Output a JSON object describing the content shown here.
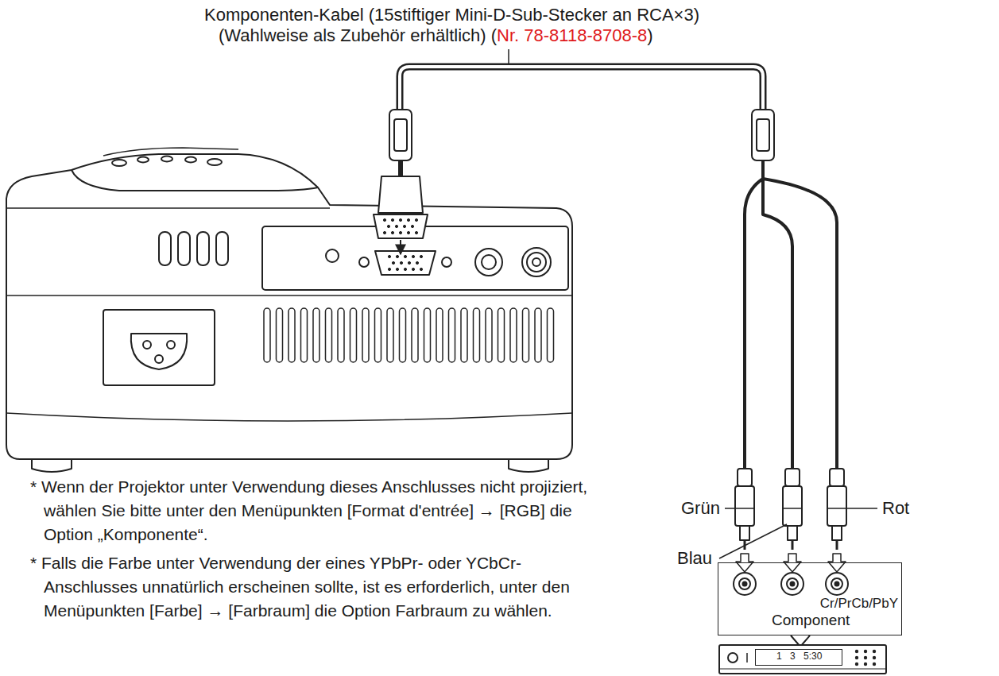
{
  "diagram": {
    "nodes": [
      {
        "text": [
          "Cr/PrCb/PbY",
          "Component"
        ]
      },
      {
        "text": [
          "1 3 5:30"
        ]
      }
    ],
    "labels": [
      "Komponenten-Kabel (15stiftiger Mini-D-Sub-Stecker an RCA×3)",
      "(Wahlweise als Zubehör erhältlich) (",
      "Nr. 78-8118-8708-8",
      ")",
      "Grün",
      "Blau",
      "Rot",
      "* Wenn der Projektor unter Verwendung dieses Anschlusses nicht projiziert, wählen Sie bitte unter den Menüpunkten [Format d'entrée] → [RGB] die Option „Komponente“.",
      "* Falls die Farbe unter Verwendung der eines YPbPr- oder YCbCr-Anschlusses unnatürlich erscheinen sollte, ist es erforderlich, unter den Menüpunkten [Farbe] → [Farbraum] die Option Farbraum zu wählen."
    ]
  }
}
